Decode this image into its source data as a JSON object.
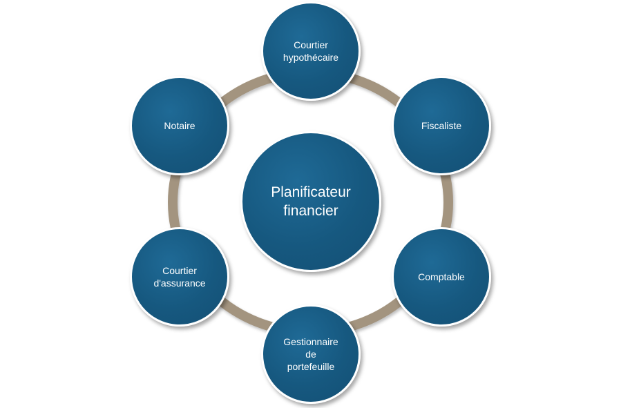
{
  "center": {
    "label": "Planificateur\nfinancier"
  },
  "nodes": {
    "top": "Courtier\nhypothécaire",
    "top_right": "Fiscaliste",
    "bottom_right": "Comptable",
    "bottom": "Gestionnaire\nde\nportefeuille",
    "bottom_left": "Courtier\nd'assurance",
    "top_left": "Notaire"
  },
  "colors": {
    "node_fill": "#16587f",
    "ring": "#a3947f",
    "text": "#ffffff"
  }
}
